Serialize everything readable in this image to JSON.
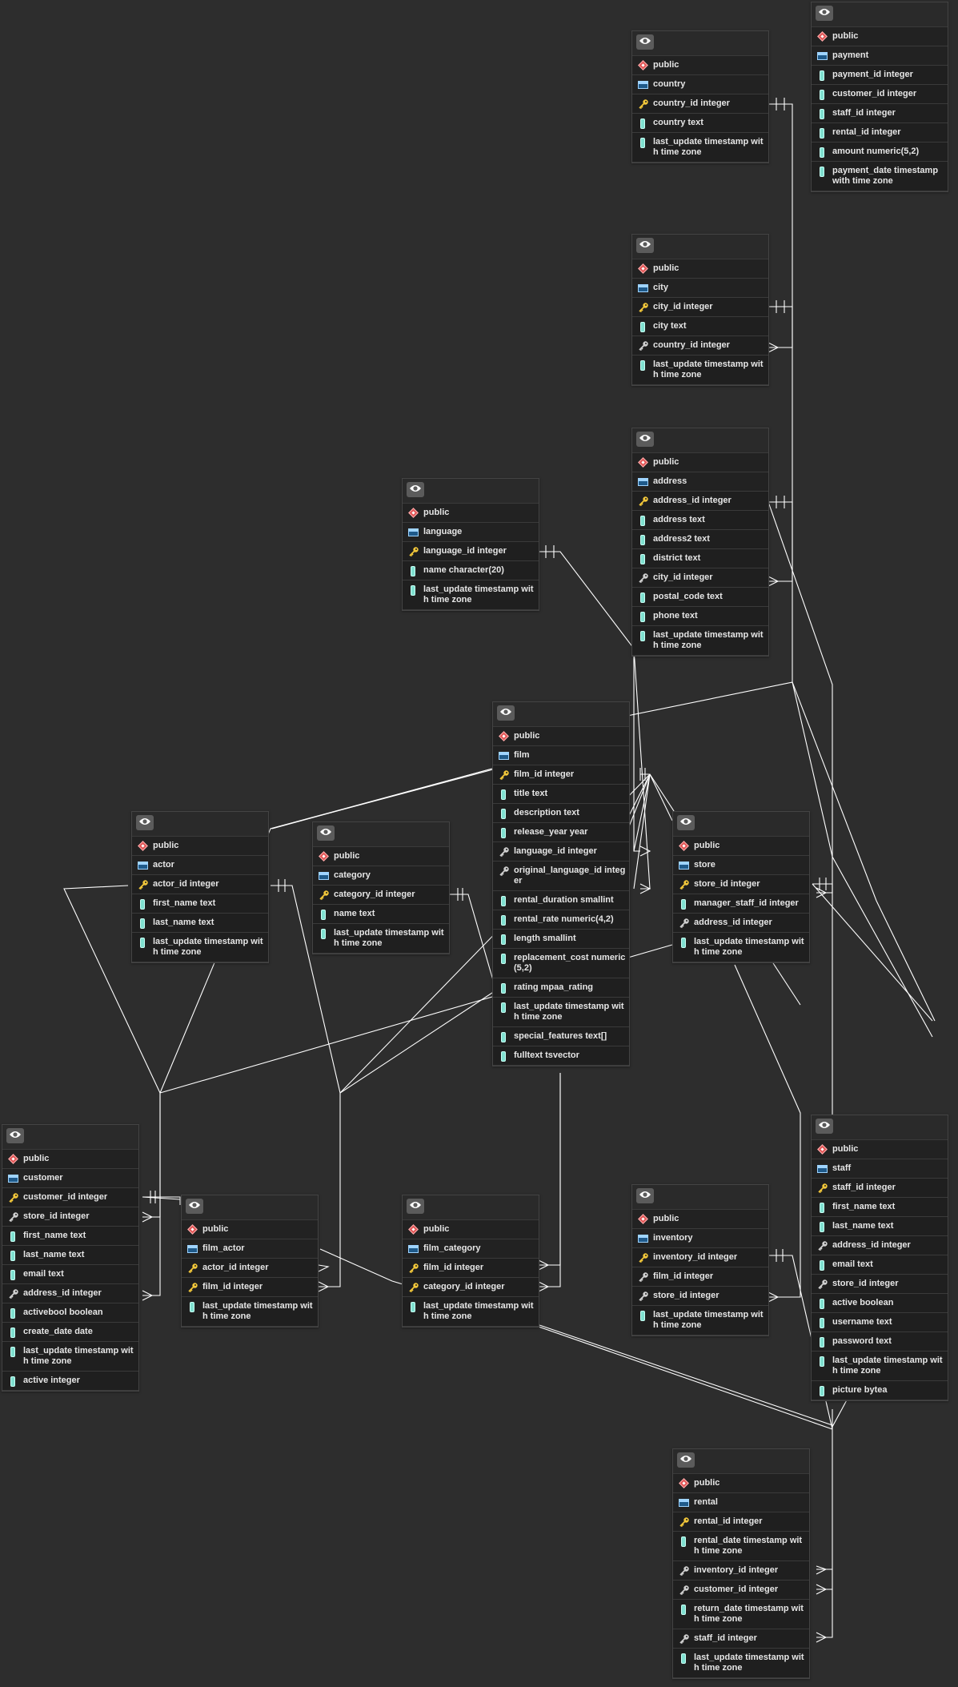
{
  "colors": {
    "background": "#2d2d2d",
    "line": "#ffffff",
    "pk": "#f2c73a",
    "fk": "#cfcfcf"
  },
  "tables": [
    {
      "id": "country",
      "schema": "public",
      "name": "country",
      "columns": [
        {
          "text": "country_id integer",
          "key": "pk"
        },
        {
          "text": "country text",
          "key": "col"
        },
        {
          "text": "last_update timestamp with time zone",
          "key": "col"
        }
      ]
    },
    {
      "id": "payment",
      "schema": "public",
      "name": "payment",
      "columns": [
        {
          "text": "payment_id integer",
          "key": "col"
        },
        {
          "text": "customer_id integer",
          "key": "col"
        },
        {
          "text": "staff_id integer",
          "key": "col"
        },
        {
          "text": "rental_id integer",
          "key": "col"
        },
        {
          "text": "amount numeric(5,2)",
          "key": "col"
        },
        {
          "text": "payment_date timestamp with time zone",
          "key": "col"
        }
      ]
    },
    {
      "id": "city",
      "schema": "public",
      "name": "city",
      "columns": [
        {
          "text": "city_id integer",
          "key": "pk"
        },
        {
          "text": "city text",
          "key": "col"
        },
        {
          "text": "country_id integer",
          "key": "fk"
        },
        {
          "text": "last_update timestamp with time zone",
          "key": "col"
        }
      ]
    },
    {
      "id": "address",
      "schema": "public",
      "name": "address",
      "columns": [
        {
          "text": "address_id integer",
          "key": "pk"
        },
        {
          "text": "address text",
          "key": "col"
        },
        {
          "text": "address2 text",
          "key": "col"
        },
        {
          "text": "district text",
          "key": "col"
        },
        {
          "text": "city_id integer",
          "key": "fk"
        },
        {
          "text": "postal_code text",
          "key": "col"
        },
        {
          "text": "phone text",
          "key": "col"
        },
        {
          "text": "last_update timestamp with time zone",
          "key": "col"
        }
      ]
    },
    {
      "id": "language",
      "schema": "public",
      "name": "language",
      "columns": [
        {
          "text": "language_id integer",
          "key": "pk"
        },
        {
          "text": "name character(20)",
          "key": "col"
        },
        {
          "text": "last_update timestamp with time zone",
          "key": "col"
        }
      ]
    },
    {
      "id": "film",
      "schema": "public",
      "name": "film",
      "columns": [
        {
          "text": "film_id integer",
          "key": "pk"
        },
        {
          "text": "title text",
          "key": "col"
        },
        {
          "text": "description text",
          "key": "col"
        },
        {
          "text": "release_year year",
          "key": "col"
        },
        {
          "text": "language_id integer",
          "key": "fk"
        },
        {
          "text": "original_language_id integer",
          "key": "fk"
        },
        {
          "text": "rental_duration smallint",
          "key": "col"
        },
        {
          "text": "rental_rate numeric(4,2)",
          "key": "col"
        },
        {
          "text": "length smallint",
          "key": "col"
        },
        {
          "text": "replacement_cost numeric(5,2)",
          "key": "col"
        },
        {
          "text": "rating mpaa_rating",
          "key": "col"
        },
        {
          "text": "last_update timestamp with time zone",
          "key": "col"
        },
        {
          "text": "special_features text[]",
          "key": "col"
        },
        {
          "text": "fulltext tsvector",
          "key": "col"
        }
      ]
    },
    {
      "id": "actor",
      "schema": "public",
      "name": "actor",
      "columns": [
        {
          "text": "actor_id integer",
          "key": "pk"
        },
        {
          "text": "first_name text",
          "key": "col"
        },
        {
          "text": "last_name text",
          "key": "col"
        },
        {
          "text": "last_update timestamp with time zone",
          "key": "col"
        }
      ]
    },
    {
      "id": "category",
      "schema": "public",
      "name": "category",
      "columns": [
        {
          "text": "category_id integer",
          "key": "pk"
        },
        {
          "text": "name text",
          "key": "col"
        },
        {
          "text": "last_update timestamp with time zone",
          "key": "col"
        }
      ]
    },
    {
      "id": "store",
      "schema": "public",
      "name": "store",
      "columns": [
        {
          "text": "store_id integer",
          "key": "pk"
        },
        {
          "text": "manager_staff_id integer",
          "key": "col"
        },
        {
          "text": "address_id integer",
          "key": "fk"
        },
        {
          "text": "last_update timestamp with time zone",
          "key": "col"
        }
      ]
    },
    {
      "id": "customer",
      "schema": "public",
      "name": "customer",
      "columns": [
        {
          "text": "customer_id integer",
          "key": "pk"
        },
        {
          "text": "store_id integer",
          "key": "fk"
        },
        {
          "text": "first_name text",
          "key": "col"
        },
        {
          "text": "last_name text",
          "key": "col"
        },
        {
          "text": "email text",
          "key": "col"
        },
        {
          "text": "address_id integer",
          "key": "fk"
        },
        {
          "text": "activebool boolean",
          "key": "col"
        },
        {
          "text": "create_date date",
          "key": "col"
        },
        {
          "text": "last_update timestamp with time zone",
          "key": "col"
        },
        {
          "text": "active integer",
          "key": "col"
        }
      ]
    },
    {
      "id": "film_actor",
      "schema": "public",
      "name": "film_actor",
      "columns": [
        {
          "text": "actor_id integer",
          "key": "pk"
        },
        {
          "text": "film_id integer",
          "key": "pk"
        },
        {
          "text": "last_update timestamp with time zone",
          "key": "col"
        }
      ]
    },
    {
      "id": "film_category",
      "schema": "public",
      "name": "film_category",
      "columns": [
        {
          "text": "film_id integer",
          "key": "pk"
        },
        {
          "text": "category_id integer",
          "key": "pk"
        },
        {
          "text": "last_update timestamp with time zone",
          "key": "col"
        }
      ]
    },
    {
      "id": "inventory",
      "schema": "public",
      "name": "inventory",
      "columns": [
        {
          "text": "inventory_id integer",
          "key": "pk"
        },
        {
          "text": "film_id integer",
          "key": "fk"
        },
        {
          "text": "store_id integer",
          "key": "fk"
        },
        {
          "text": "last_update timestamp with time zone",
          "key": "col"
        }
      ]
    },
    {
      "id": "staff",
      "schema": "public",
      "name": "staff",
      "columns": [
        {
          "text": "staff_id integer",
          "key": "pk"
        },
        {
          "text": "first_name text",
          "key": "col"
        },
        {
          "text": "last_name text",
          "key": "col"
        },
        {
          "text": "address_id integer",
          "key": "fk"
        },
        {
          "text": "email text",
          "key": "col"
        },
        {
          "text": "store_id integer",
          "key": "fk"
        },
        {
          "text": "active boolean",
          "key": "col"
        },
        {
          "text": "username text",
          "key": "col"
        },
        {
          "text": "password text",
          "key": "col"
        },
        {
          "text": "last_update timestamp with time zone",
          "key": "col"
        },
        {
          "text": "picture bytea",
          "key": "col"
        }
      ]
    },
    {
      "id": "rental",
      "schema": "public",
      "name": "rental",
      "columns": [
        {
          "text": "rental_id integer",
          "key": "pk"
        },
        {
          "text": "rental_date timestamp with time zone",
          "key": "col"
        },
        {
          "text": "inventory_id integer",
          "key": "fk"
        },
        {
          "text": "customer_id integer",
          "key": "fk"
        },
        {
          "text": "return_date timestamp with time zone",
          "key": "col"
        },
        {
          "text": "staff_id integer",
          "key": "fk"
        },
        {
          "text": "last_update timestamp with time zone",
          "key": "col"
        }
      ]
    }
  ]
}
